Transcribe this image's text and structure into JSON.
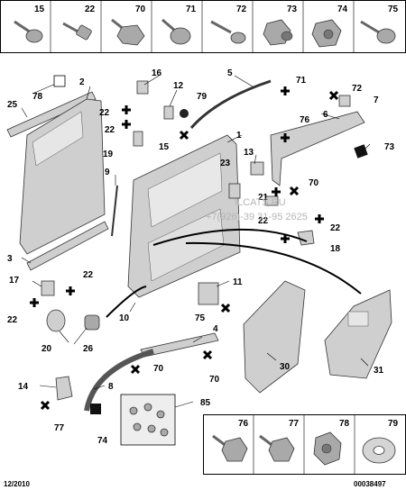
{
  "top_strip": [
    "15",
    "22",
    "70",
    "71",
    "72",
    "73",
    "74",
    "75"
  ],
  "bottom_strip": [
    "76",
    "77",
    "78",
    "79"
  ],
  "labels": {
    "p78": "78",
    "p2": "2",
    "p25": "25",
    "p16": "16",
    "p12": "12",
    "p79": "79",
    "p5": "5",
    "p71": "71",
    "p72": "72",
    "p7": "7",
    "p22a": "22",
    "p22b": "22",
    "p15": "15",
    "p19": "19",
    "p1": "1",
    "p76": "76",
    "p6": "6",
    "p73": "73",
    "p13": "13",
    "p23": "23",
    "p70a": "70",
    "p9": "9",
    "p21": "21",
    "p22c": "22",
    "p22d": "22",
    "p18": "18",
    "p3": "3",
    "p17": "17",
    "p22e": "22",
    "p22f": "22",
    "p11": "11",
    "p10": "10",
    "p75": "75",
    "p20": "20",
    "p26": "26",
    "p4": "4",
    "p70b": "70",
    "p70c": "70",
    "p30": "30",
    "p31": "31",
    "p14": "14",
    "p8": "8",
    "p77": "77",
    "p74": "74",
    "p85": "85"
  },
  "watermark": "ILCATS.RU\n+7(926)-39 31-95 2625",
  "footer": {
    "date": "12/2010",
    "code": "00038497"
  }
}
